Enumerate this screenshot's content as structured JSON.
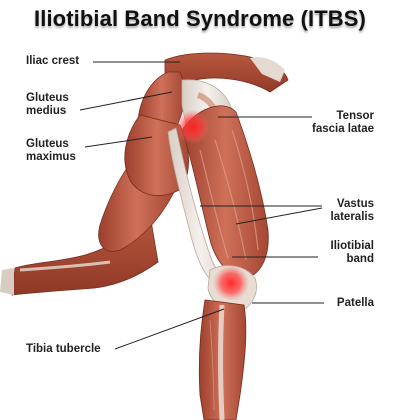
{
  "title": "Iliotibial Band Syndrome (ITBS)",
  "labels": {
    "iliac_crest": "Iliac crest",
    "gluteus_medius": [
      "Gluteus",
      "medius"
    ],
    "gluteus_maximus": [
      "Gluteus",
      "maximus"
    ],
    "tensor_fascia_latae": [
      "Tensor",
      "fascia latae"
    ],
    "vastus_lateralis": [
      "Vastus",
      "lateralis"
    ],
    "iliotibial_band": [
      "Iliotibial",
      "band"
    ],
    "patella": "Patella",
    "tibia_tubercle": "Tibia tubercle"
  },
  "colors": {
    "muscle": "#c0614a",
    "muscle_dark": "#8e3a2a",
    "tendon": "#e9e2dc",
    "pain_spot": "#ff2a2a",
    "leader": "#222222"
  }
}
